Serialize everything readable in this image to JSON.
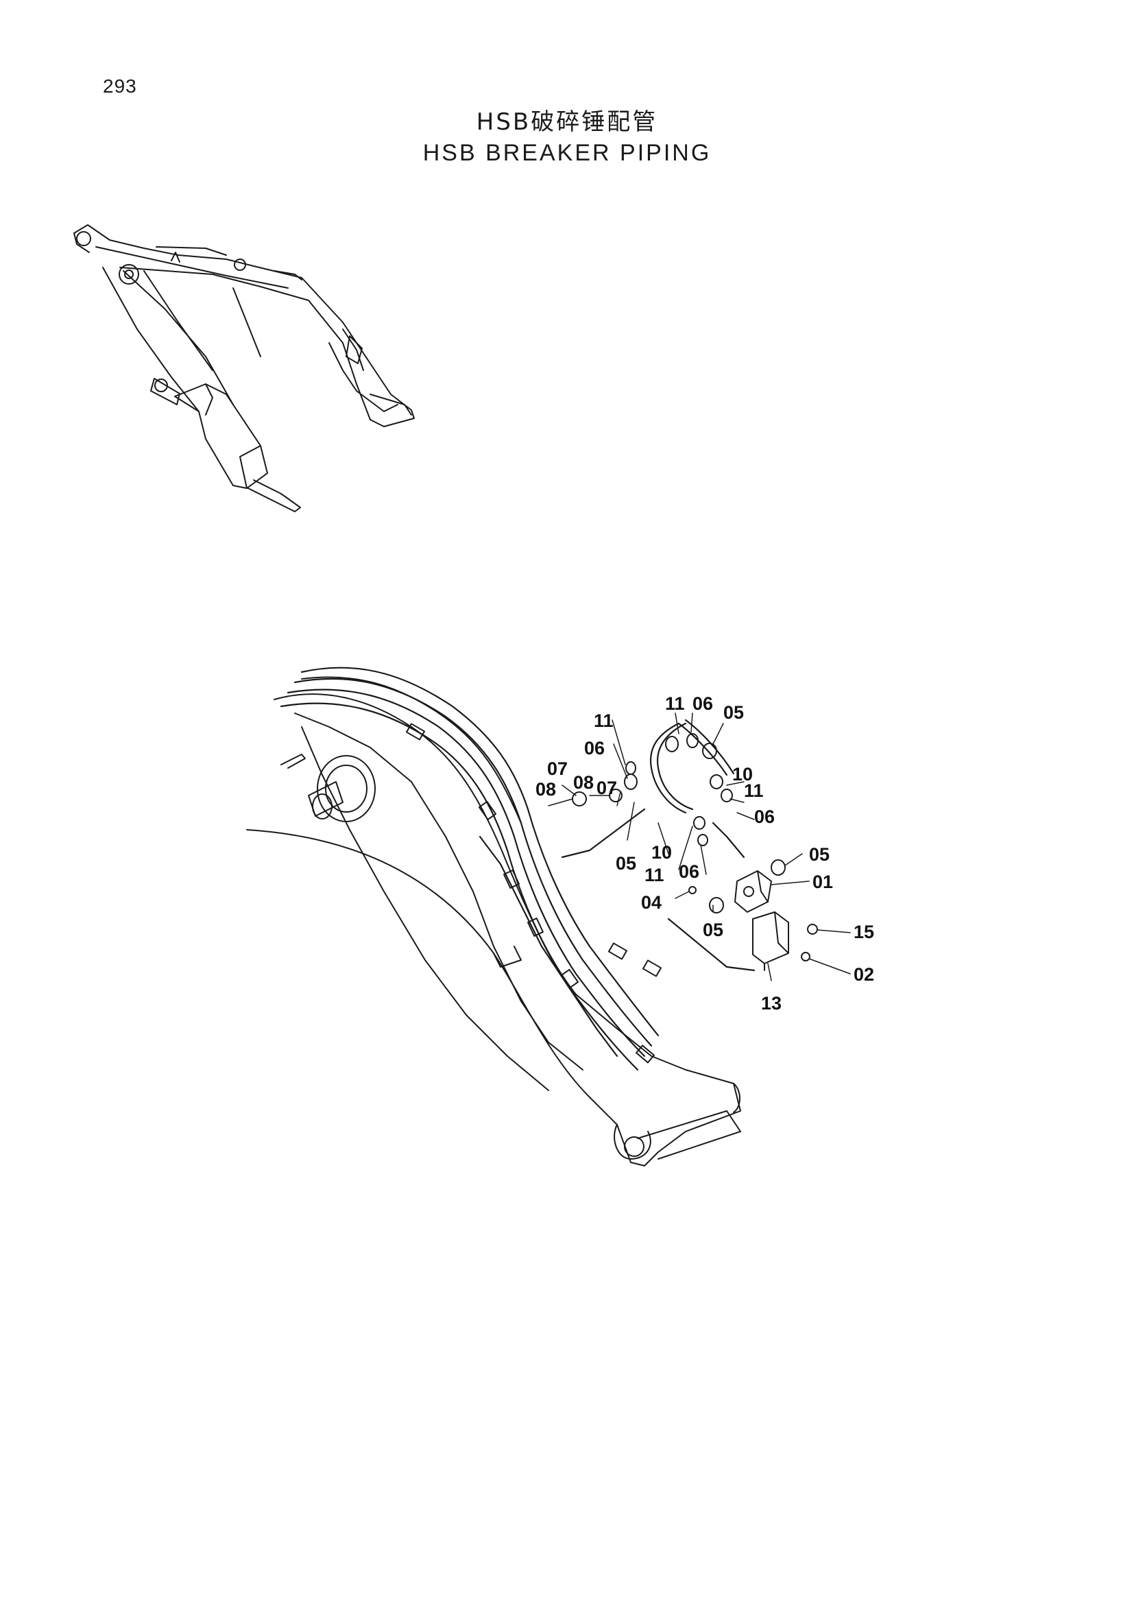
{
  "header": {
    "page_number": "293",
    "title_cn": "HSB破碎锤配管",
    "title_en": "HSB BREAKER PIPING"
  },
  "diagram": {
    "callouts": [
      {
        "id": "c-11-a",
        "label": "11"
      },
      {
        "id": "c-06-a",
        "label": "06"
      },
      {
        "id": "c-05-a",
        "label": "05"
      },
      {
        "id": "c-11-b",
        "label": "11"
      },
      {
        "id": "c-06-b",
        "label": "06"
      },
      {
        "id": "c-07-a",
        "label": "07"
      },
      {
        "id": "c-08-a",
        "label": "08"
      },
      {
        "id": "c-08-b",
        "label": "08"
      },
      {
        "id": "c-07-b",
        "label": "07"
      },
      {
        "id": "c-10-a",
        "label": "10"
      },
      {
        "id": "c-11-c",
        "label": "11"
      },
      {
        "id": "c-06-c",
        "label": "06"
      },
      {
        "id": "c-05-b",
        "label": "05"
      },
      {
        "id": "c-10-b",
        "label": "10"
      },
      {
        "id": "c-05-c",
        "label": "05"
      },
      {
        "id": "c-11-d",
        "label": "11"
      },
      {
        "id": "c-06-d",
        "label": "06"
      },
      {
        "id": "c-01",
        "label": "01"
      },
      {
        "id": "c-04",
        "label": "04"
      },
      {
        "id": "c-05-d",
        "label": "05"
      },
      {
        "id": "c-15",
        "label": "15"
      },
      {
        "id": "c-02",
        "label": "02"
      },
      {
        "id": "c-13",
        "label": "13"
      }
    ]
  },
  "colors": {
    "ink": "#1a1a1a",
    "paper": "#ffffff"
  }
}
